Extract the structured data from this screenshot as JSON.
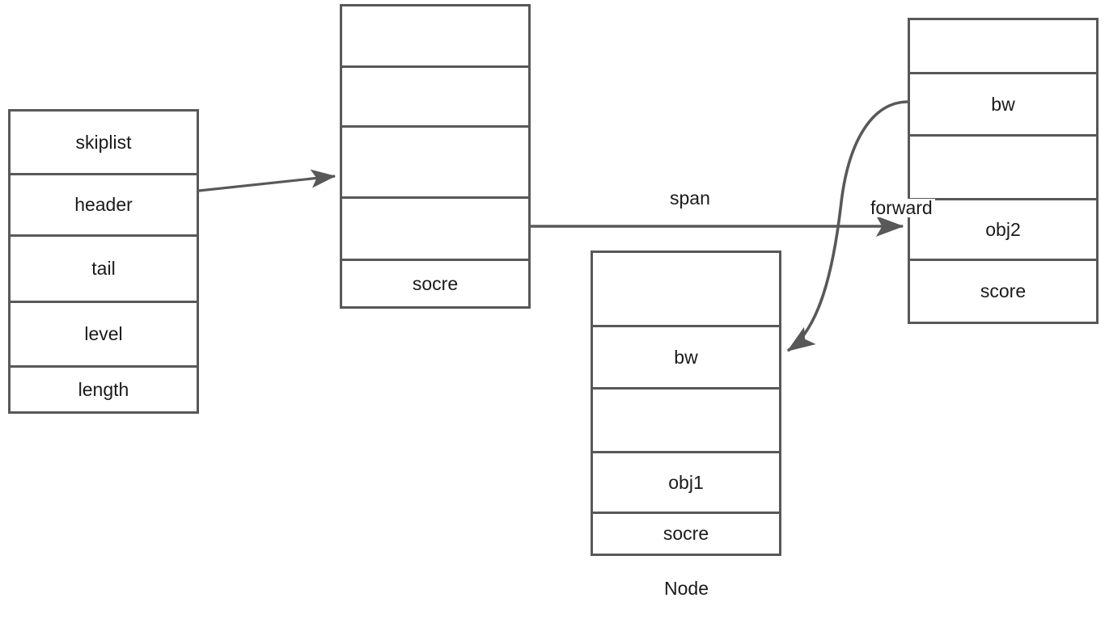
{
  "diagram": {
    "title": "Redis skiplist structure diagram",
    "stroke_color": "#585858",
    "text_color": "#1a1a1a",
    "background_color": "#ffffff",
    "structures": [
      {
        "id": "skiplist",
        "name": "skiplist-struct",
        "fields": [
          {
            "label": "skiplist",
            "height": 79
          },
          {
            "label": "header",
            "height": 76
          },
          {
            "label": "tail",
            "height": 82
          },
          {
            "label": "level",
            "height": 80
          },
          {
            "label": "length",
            "height": 60
          }
        ]
      },
      {
        "id": "header-node",
        "name": "header-node-struct",
        "fields": [
          {
            "label": "",
            "height": 76
          },
          {
            "label": "",
            "height": 74
          },
          {
            "label": "",
            "height": 88
          },
          {
            "label": "",
            "height": 77
          },
          {
            "label": "socre",
            "height": 62
          }
        ]
      },
      {
        "id": "node",
        "name": "node-struct",
        "fields": [
          {
            "label": "",
            "height": 92
          },
          {
            "label": "bw",
            "height": 77
          },
          {
            "label": "",
            "height": 79
          },
          {
            "label": "obj1",
            "height": 75
          },
          {
            "label": "socre",
            "height": 55
          }
        ]
      },
      {
        "id": "obj2-node",
        "name": "obj2-node-struct",
        "fields": [
          {
            "label": "",
            "height": 67
          },
          {
            "label": "bw",
            "height": 77
          },
          {
            "label": "",
            "height": 79
          },
          {
            "label": "obj2",
            "height": 75
          },
          {
            "label": "score",
            "height": 81
          }
        ]
      }
    ],
    "captions": [
      {
        "id": "node-caption",
        "text": "Node"
      }
    ],
    "edge_labels": [
      {
        "id": "span-label",
        "text": "span"
      },
      {
        "id": "forward-label",
        "text": "forward"
      }
    ],
    "connectors": [
      {
        "id": "header-pointer",
        "from": "skiplist.header",
        "to": "header-node",
        "style": "straight-arrow"
      },
      {
        "id": "span-arrow",
        "from": "header-node",
        "to": "obj2-node",
        "style": "straight-arrow",
        "label": "span"
      },
      {
        "id": "backward-arrow",
        "from": "obj2-node.bw",
        "to": "node.bw",
        "style": "curved-arrow"
      }
    ]
  }
}
